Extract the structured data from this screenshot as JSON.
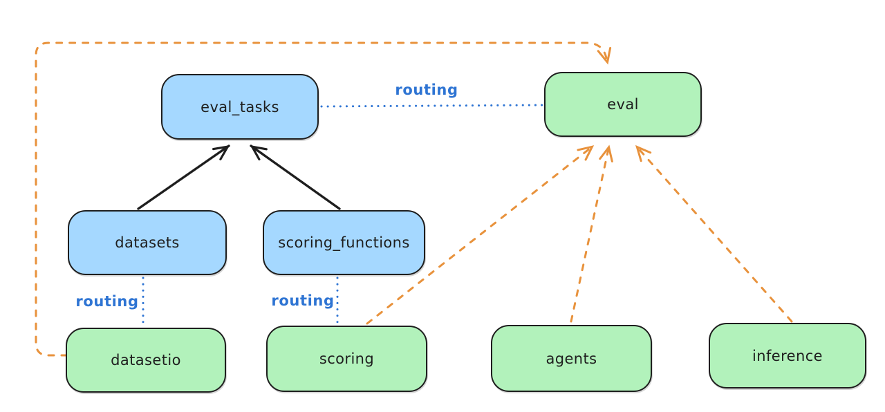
{
  "diagram": {
    "nodes": {
      "eval_tasks": {
        "label": "eval_tasks",
        "kind": "api"
      },
      "eval": {
        "label": "eval",
        "kind": "provider"
      },
      "datasets": {
        "label": "datasets",
        "kind": "api"
      },
      "scoring_functions": {
        "label": "scoring_functions",
        "kind": "api"
      },
      "datasetio": {
        "label": "datasetio",
        "kind": "provider"
      },
      "scoring": {
        "label": "scoring",
        "kind": "provider"
      },
      "agents": {
        "label": "agents",
        "kind": "provider"
      },
      "inference": {
        "label": "inference",
        "kind": "provider"
      }
    },
    "edge_labels": {
      "eval_tasks_to_eval": {
        "text": "routing"
      },
      "datasets_to_datasetio": {
        "text": "routing"
      },
      "scoring_functions_to_scoring": {
        "text": "routing"
      }
    },
    "edges": [
      {
        "from": "datasets",
        "to": "eval_tasks",
        "style": "solid-black-arrow"
      },
      {
        "from": "scoring_functions",
        "to": "eval_tasks",
        "style": "solid-black-arrow"
      },
      {
        "from": "eval_tasks",
        "to": "eval",
        "style": "dotted-blue-line",
        "label": "routing"
      },
      {
        "from": "datasets",
        "to": "datasetio",
        "style": "dotted-blue-line",
        "label": "routing"
      },
      {
        "from": "scoring_functions",
        "to": "scoring",
        "style": "dotted-blue-line",
        "label": "routing"
      },
      {
        "from": "datasetio",
        "to": "eval",
        "style": "dashed-orange-arrow"
      },
      {
        "from": "scoring",
        "to": "eval",
        "style": "dashed-orange-arrow"
      },
      {
        "from": "agents",
        "to": "eval",
        "style": "dashed-orange-arrow"
      },
      {
        "from": "inference",
        "to": "eval",
        "style": "dashed-orange-arrow"
      }
    ],
    "colors": {
      "background": "#ffffff",
      "api_node_fill": "#a5d8ff",
      "provider_node_fill": "#b2f2bb",
      "node_stroke": "#1e1e1e",
      "routing_line": "#2e74d3",
      "orange_line": "#e8923c"
    }
  }
}
